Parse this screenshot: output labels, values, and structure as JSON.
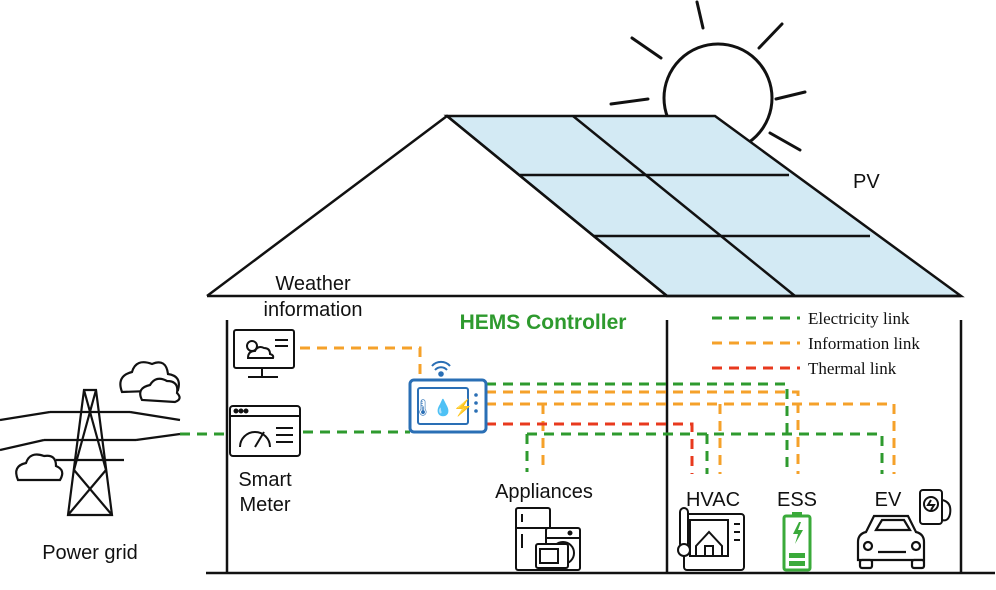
{
  "labels": {
    "pv": "PV",
    "weather": [
      "Weather",
      "information"
    ],
    "hems": "HEMS Controller",
    "smart_meter": [
      "Smart",
      "Meter"
    ],
    "power_grid": "Power grid",
    "appliances": "Appliances",
    "hvac": "HVAC",
    "ess": "ESS",
    "ev": "EV"
  },
  "legend": [
    {
      "label": "Electricity link",
      "color": "#2e9a2e"
    },
    {
      "label": "Information link",
      "color": "#f5a12a"
    },
    {
      "label": "Thermal link",
      "color": "#e8391e"
    }
  ],
  "colors": {
    "electricity": "#2e9a2e",
    "information": "#f5a12a",
    "thermal": "#e8391e",
    "hems_text": "#2e9a2e",
    "controller": "#2a6fb5",
    "panel_fill": "#d3eaf4",
    "battery": "#3aaa3a"
  },
  "icons": [
    "sun-icon",
    "cloud-icon",
    "weather-monitor-icon",
    "smart-meter-icon",
    "hems-controller-icon",
    "wifi-icon",
    "power-tower-icon",
    "fridge-icon",
    "washer-icon",
    "microwave-icon",
    "thermostat-icon",
    "battery-icon",
    "car-icon",
    "charger-icon"
  ]
}
